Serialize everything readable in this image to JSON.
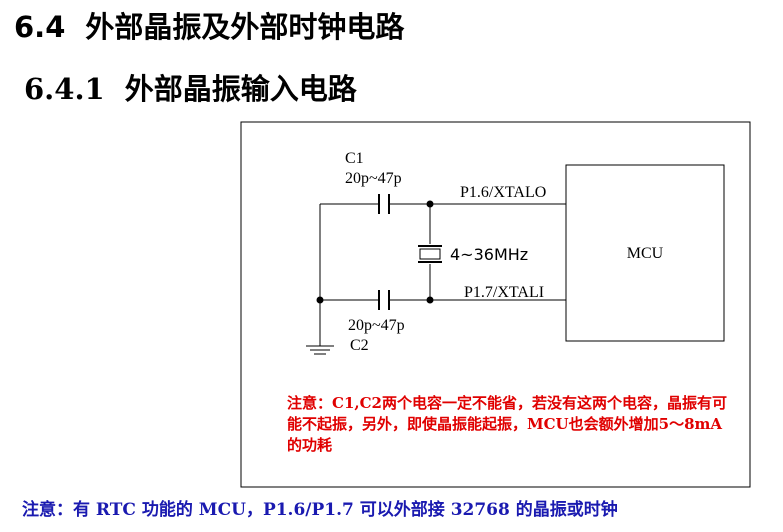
{
  "section": {
    "number": "6.4",
    "title": "外部晶振及外部时钟电路"
  },
  "subsection": {
    "number": "6.4.1",
    "title": "外部晶振输入电路"
  },
  "diagram": {
    "c1_name": "C1",
    "c1_value": "20p~47p",
    "c2_name": "C2",
    "c2_value": "20p~47p",
    "crystal_label": "4~36MHz",
    "pin_xtalo": "P1.6/XTALO",
    "pin_xtali": "P1.7/XTALI",
    "mcu_label": "MCU",
    "note": "注意：C1,C2两个电容一定不能省，若没有这两个电容，晶振有可能不起振，另外，即使晶振能起振，MCU也会额外增加5～8mA的功耗"
  },
  "footer_note": "注意：有 RTC 功能的 MCU，P1.6/P1.7 可以外部接 32768 的晶振或时钟",
  "colors": {
    "note_red": "#e00000",
    "note_blue": "#1a1ab0"
  }
}
